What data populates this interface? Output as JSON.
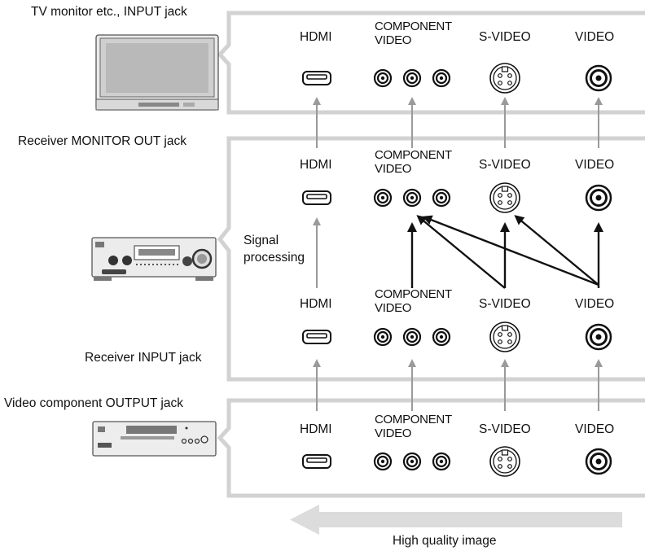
{
  "sections": [
    {
      "label": "TV monitor etc., INPUT jack"
    },
    {
      "label": "Receiver MONITOR OUT jack"
    },
    {
      "label": "Receiver INPUT jack"
    },
    {
      "label": "Video component OUTPUT jack"
    }
  ],
  "jack_labels": {
    "hdmi": "HDMI",
    "component_line1": "COMPONENT",
    "component_line2": "VIDEO",
    "svideo": "S-VIDEO",
    "video": "VIDEO"
  },
  "signal_processing": {
    "line1": "Signal",
    "line2": "processing"
  },
  "quality_label": "High quality image"
}
